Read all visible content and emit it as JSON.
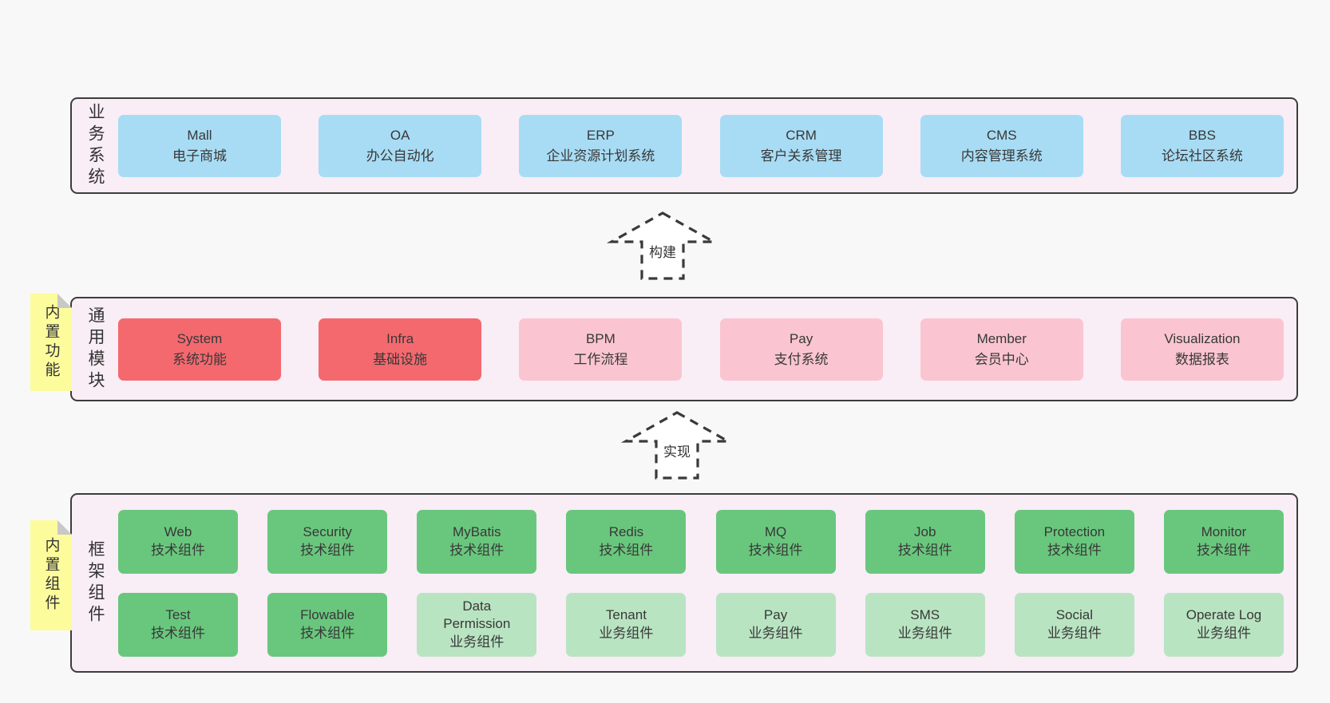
{
  "palette": {
    "page_background": "#f8f8f8",
    "panel_background": "#f9edf6",
    "panel_border": "#3d3d3d",
    "business_box": "#a8dcf4",
    "core_module_box": "#f4696e",
    "optional_module_box": "#fac5d0",
    "tech_component_box": "#69c77d",
    "biz_component_box": "#b9e4c2",
    "note_yellow": "#fcfc9c",
    "note_fold": "#c8c8c8",
    "text": "#383838"
  },
  "arrows": [
    {
      "label": "构建"
    },
    {
      "label": "实现"
    }
  ],
  "layers": [
    {
      "label": "业务系统",
      "boxes": [
        {
          "name": "Mall",
          "sub": "电子商城",
          "type": "blue"
        },
        {
          "name": "OA",
          "sub": "办公自动化",
          "type": "blue"
        },
        {
          "name": "ERP",
          "sub": "企业资源计划系统",
          "type": "blue"
        },
        {
          "name": "CRM",
          "sub": "客户关系管理",
          "type": "blue"
        },
        {
          "name": "CMS",
          "sub": "内容管理系统",
          "type": "blue"
        },
        {
          "name": "BBS",
          "sub": "论坛社区系统",
          "type": "blue"
        }
      ]
    },
    {
      "label": "通用模块",
      "note": "内置功能",
      "boxes": [
        {
          "name": "System",
          "sub": "系统功能",
          "type": "red"
        },
        {
          "name": "Infra",
          "sub": "基础设施",
          "type": "red"
        },
        {
          "name": "BPM",
          "sub": "工作流程",
          "type": "pink"
        },
        {
          "name": "Pay",
          "sub": "支付系统",
          "type": "pink"
        },
        {
          "name": "Member",
          "sub": "会员中心",
          "type": "pink"
        },
        {
          "name": "Visualization",
          "sub": "数据报表",
          "type": "pink"
        }
      ]
    },
    {
      "label": "框架组件",
      "note": "内置组件",
      "rows": [
        [
          {
            "name": "Web",
            "sub": "技术组件",
            "type": "green"
          },
          {
            "name": "Security",
            "sub": "技术组件",
            "type": "green"
          },
          {
            "name": "MyBatis",
            "sub": "技术组件",
            "type": "green"
          },
          {
            "name": "Redis",
            "sub": "技术组件",
            "type": "green"
          },
          {
            "name": "MQ",
            "sub": "技术组件",
            "type": "green"
          },
          {
            "name": "Job",
            "sub": "技术组件",
            "type": "green"
          },
          {
            "name": "Protection",
            "sub": "技术组件",
            "type": "green"
          },
          {
            "name": "Monitor",
            "sub": "技术组件",
            "type": "green"
          }
        ],
        [
          {
            "name": "Test",
            "sub": "技术组件",
            "type": "green"
          },
          {
            "name": "Flowable",
            "sub": "技术组件",
            "type": "green"
          },
          {
            "name": "Data\nPermission",
            "sub": "业务组件",
            "type": "lightgreen"
          },
          {
            "name": "Tenant",
            "sub": "业务组件",
            "type": "lightgreen"
          },
          {
            "name": "Pay",
            "sub": "业务组件",
            "type": "lightgreen"
          },
          {
            "name": "SMS",
            "sub": "业务组件",
            "type": "lightgreen"
          },
          {
            "name": "Social",
            "sub": "业务组件",
            "type": "lightgreen"
          },
          {
            "name": "Operate Log",
            "sub": "业务组件",
            "type": "lightgreen"
          }
        ]
      ]
    }
  ]
}
